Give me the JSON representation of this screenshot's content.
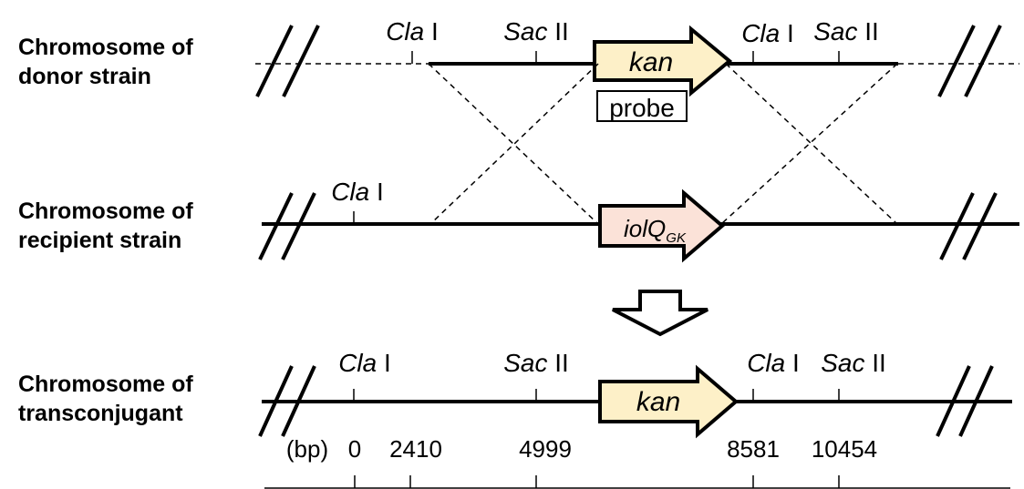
{
  "rows": {
    "donor": {
      "line1": "Chromosome of",
      "line2": "donor strain"
    },
    "recipient": {
      "line1": "Chromosome of",
      "line2": "recipient strain"
    },
    "transconjugant": {
      "line1": "Chromosome of",
      "line2": "transconjugant"
    }
  },
  "sites": {
    "cla_italic": "Cla",
    "cla_roman": " I",
    "sac_italic": "Sac",
    "sac_roman": " II"
  },
  "genes": {
    "kan": "kan",
    "iolq_main": "iolQ",
    "iolq_sub": "GK",
    "probe": "probe"
  },
  "scale": {
    "unit": "(bp)",
    "ticks": [
      "0",
      "2410",
      "4999",
      "8581",
      "10454"
    ]
  },
  "colors": {
    "kan_fill": "#fdf0c8",
    "iolq_fill": "#fbe2d8",
    "line": "#000000"
  }
}
